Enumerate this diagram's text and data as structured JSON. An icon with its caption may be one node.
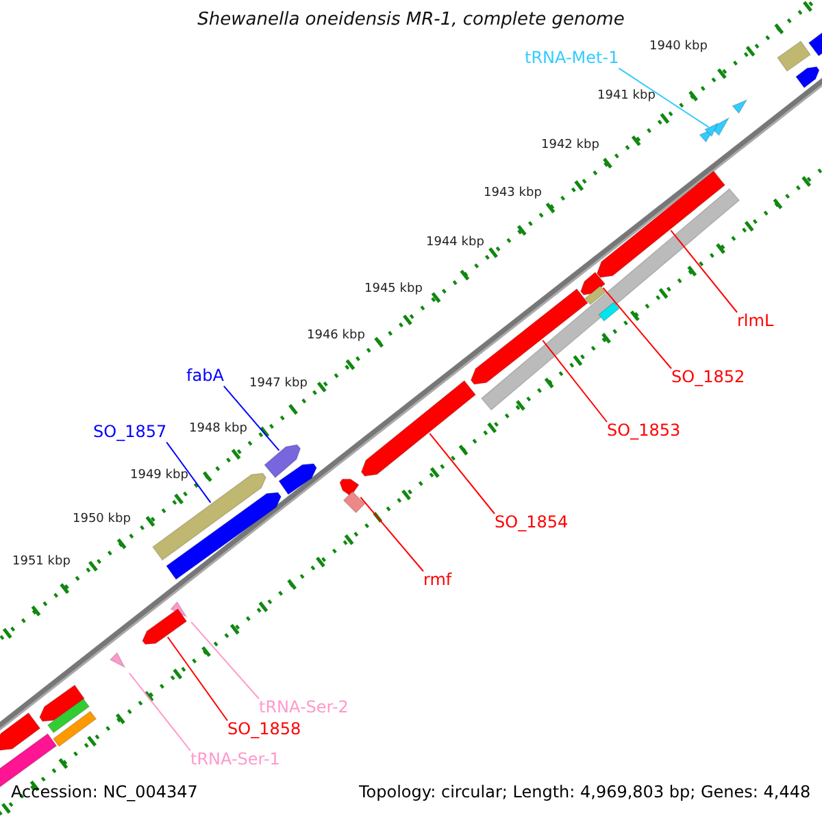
{
  "diagram": {
    "title": "Shewanella oneidensis MR-1, complete genome",
    "nodes": [
      {
        "text": [
          "tRNA-Met-1"
        ]
      },
      {
        "text": [],
        "shape": "triangle"
      },
      {
        "text": [
          "rlmL"
        ]
      },
      {
        "text": [],
        "shape": "arrow"
      },
      {
        "text": [
          "SO_1852"
        ]
      },
      {
        "text": [],
        "shape": "arrow"
      },
      {
        "text": [
          "fabA"
        ]
      },
      {
        "text": [],
        "shape": "arrow"
      },
      {
        "text": [
          "SO_1857"
        ]
      },
      {
        "text": [],
        "shape": "arrow"
      },
      {
        "text": [
          "SO_1853"
        ]
      },
      {
        "text": [],
        "shape": "arrow"
      },
      {
        "text": [
          "SO_1854"
        ]
      },
      {
        "text": [],
        "shape": "arrow"
      },
      {
        "text": [
          "rmf"
        ]
      },
      {
        "text": [],
        "shape": "arrow"
      },
      {
        "text": [
          "tRNA-Ser-2"
        ]
      },
      {
        "text": [],
        "shape": "triangle"
      },
      {
        "text": [
          "SO_1858"
        ]
      },
      {
        "text": [],
        "shape": "arrow"
      },
      {
        "text": [
          "tRNA-Ser-1"
        ]
      },
      {
        "text": [],
        "shape": "triangle"
      },
      {
        "text": [],
        "shape": "box"
      },
      {
        "text": [],
        "shape": "arrow"
      },
      {
        "text": [],
        "shape": "arrow"
      },
      {
        "text": [],
        "shape": "triangle"
      },
      {
        "text": [],
        "shape": "triangle"
      },
      {
        "text": [],
        "shape": "triangle"
      },
      {
        "text": [],
        "shape": "box"
      },
      {
        "text": [],
        "shape": "box"
      },
      {
        "text": [],
        "shape": "box"
      },
      {
        "text": [],
        "shape": "box"
      },
      {
        "text": [],
        "shape": "arrow"
      },
      {
        "text": [],
        "shape": "arrow"
      },
      {
        "text": [],
        "shape": "arrow"
      },
      {
        "text": [],
        "shape": "arrow"
      },
      {
        "text": [],
        "shape": "box"
      },
      {
        "text": [],
        "shape": "box"
      },
      {
        "text": [],
        "shape": "box"
      }
    ],
    "edges": [
      {
        "from": 0,
        "to": 1,
        "arrow": "none",
        "color": "#33ccff"
      },
      {
        "from": 2,
        "to": 3,
        "arrow": "none"
      },
      {
        "from": 4,
        "to": 5,
        "arrow": "none"
      },
      {
        "from": 6,
        "to": 7,
        "arrow": "none",
        "color": "#0000ff"
      },
      {
        "from": 8,
        "to": 9,
        "arrow": "none",
        "color": "#0000ff"
      },
      {
        "from": 10,
        "to": 11,
        "arrow": "none"
      },
      {
        "from": 12,
        "to": 13,
        "arrow": "none"
      },
      {
        "from": 14,
        "to": 15,
        "arrow": "none"
      },
      {
        "from": 16,
        "to": 17,
        "arrow": "none",
        "color": "#ff99cc"
      },
      {
        "from": 18,
        "to": 19,
        "arrow": "none"
      },
      {
        "from": 20,
        "to": 21,
        "arrow": "none",
        "color": "#ff99cc"
      }
    ],
    "labels": [
      "1940 kbp",
      "1941 kbp",
      "1942 kbp",
      "1943 kbp",
      "1944 kbp",
      "1945 kbp",
      "1946 kbp",
      "1947 kbp",
      "1948 kbp",
      "1949 kbp",
      "1950 kbp",
      "1951 kbp",
      "Accession: NC_004347",
      "Topology: circular; Length: 4,969,803 bp; Genes: 4,448"
    ]
  }
}
